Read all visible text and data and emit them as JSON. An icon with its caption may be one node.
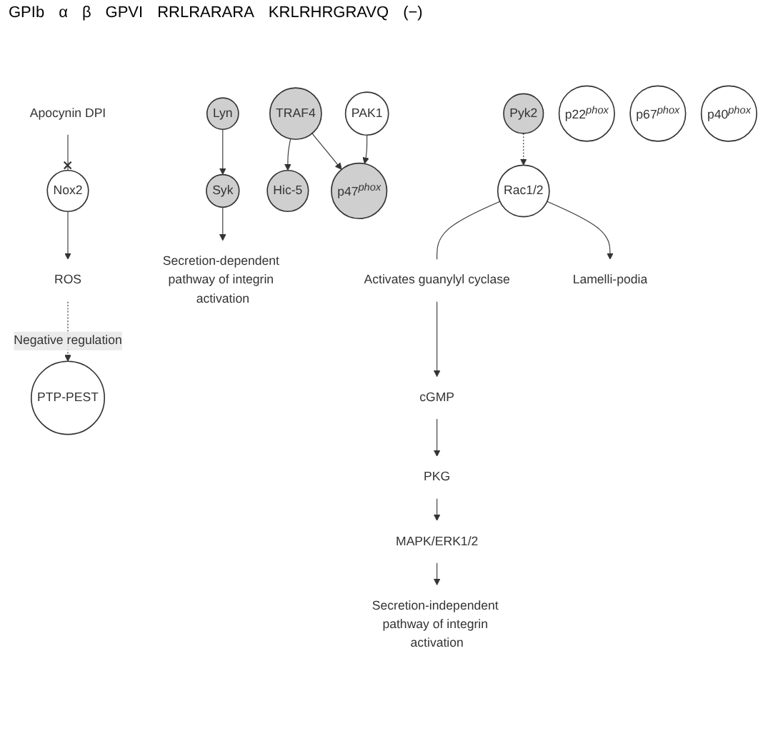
{
  "diagram": {
    "nodes": [
      {
        "text": [
          "ROS"
        ]
      },
      {
        "text": [
          "TRAF4"
        ]
      },
      {
        "text": [
          "PTP-PEST"
        ]
      },
      {
        "text": [
          "Hic-5"
        ]
      },
      {
        "text": [
          "Lyn"
        ]
      },
      {
        "text": [
          "Pyk2"
        ]
      },
      {
        "text": [
          "Rac1/2"
        ]
      },
      {
        "text": [
          "p22$^{phox}$"
        ]
      },
      {
        "text": [
          "Nox2"
        ]
      },
      {
        "text": [
          "p47$^{phox}$"
        ]
      },
      {
        "text": [
          "p67$^{phox}$"
        ]
      },
      {
        "text": [
          "p40$^{phox}$"
        ]
      },
      {
        "text": [
          "PAK1"
        ]
      },
      {
        "text": [
          "Syk"
        ]
      },
      {
        "text": [
          "Secretion-dependent pathway of integrin activation"
        ]
      },
      {
        "text": [
          "Lamelli-podia"
        ]
      },
      {
        "text": [
          "Activates guanylyl cyclase"
        ]
      },
      {
        "text": [
          "cGMP"
        ]
      },
      {
        "text": [
          "PKG"
        ]
      },
      {
        "text": [
          "MAPK/ERK1/2"
        ]
      },
      {
        "text": [
          "Secretion-independent pathway of integrin activation"
        ]
      },
      {
        "text": [
          "Apocynin DPI"
        ]
      }
    ],
    "edges": [
      {
        "from": 8,
        "to": 0,
        "arrow": "to"
      },
      {
        "from": 0,
        "to": 2,
        "arrow": "to",
        "style": "dashed",
        "label": "Negative regulation"
      },
      {
        "from": 1,
        "to": 3,
        "arrow": "to"
      },
      {
        "from": 1,
        "to": 9,
        "arrow": "to"
      },
      {
        "from": 5,
        "to": 6,
        "arrow": "to",
        "style": "dashed"
      },
      {
        "from": 4,
        "to": 13,
        "arrow": "to"
      },
      {
        "from": 13,
        "to": 14,
        "arrow": "to"
      },
      {
        "from": 6,
        "to": 15,
        "arrow": "to"
      },
      {
        "from": 12,
        "to": 9,
        "arrow": "to"
      },
      {
        "from": 6,
        "to": 16,
        "arrow": "none"
      },
      {
        "from": 16,
        "to": 17,
        "arrow": "to"
      },
      {
        "from": 17,
        "to": 18,
        "arrow": "to"
      },
      {
        "from": 18,
        "to": 19,
        "arrow": "to"
      },
      {
        "from": 19,
        "to": 20,
        "arrow": "to"
      },
      {
        "from": 21,
        "to": 8,
        "arrow": "other"
      }
    ],
    "labels": [
      "GPIb",
      "α",
      "β",
      "GPVI",
      "RRLRARARA",
      "KRLRHRGRAVQ",
      "(−)"
    ]
  }
}
